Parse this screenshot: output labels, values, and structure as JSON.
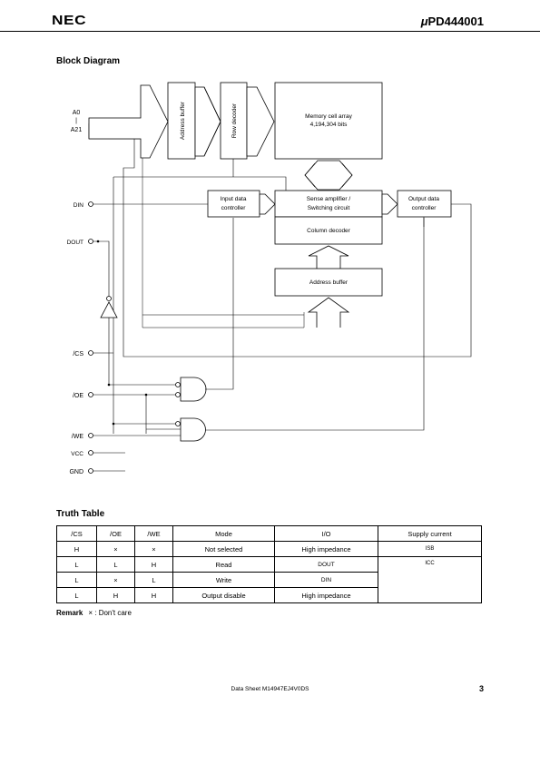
{
  "header": {
    "logo": "NEC",
    "part_prefix": "μ",
    "part_number": "PD444001"
  },
  "block_diagram": {
    "title": "Block Diagram",
    "pins": {
      "a0": "A0",
      "bar": "|",
      "a21": "A21",
      "din": "DIN",
      "dout": "DOUT",
      "cs": "/CS",
      "oe": "/OE",
      "we": "/WE",
      "vcc": "VCC",
      "gnd": "GND"
    },
    "blocks": {
      "address_buffer_v": "Address buffer",
      "row_decoder": "Row decoder",
      "memory_line1": "Memory cell array",
      "memory_line2": "4,194,304 bits",
      "input_line1": "Input data",
      "input_line2": "controller",
      "sense_line1": "Sense amplifier /",
      "sense_line2": "Switching circuit",
      "output_line1": "Output data",
      "output_line2": "controller",
      "column_decoder": "Column decoder",
      "address_buffer_h": "Address buffer"
    }
  },
  "truth_table": {
    "title": "Truth Table",
    "headers": [
      "/CS",
      "/OE",
      "/WE",
      "Mode",
      "I/O",
      "Supply current"
    ],
    "rows": [
      [
        "H",
        "×",
        "×",
        "Not selected",
        "High impedance",
        "ISB"
      ],
      [
        "L",
        "L",
        "H",
        "Read",
        "DOUT",
        "ICC"
      ],
      [
        "L",
        "×",
        "L",
        "Write",
        "DIN",
        ""
      ],
      [
        "L",
        "H",
        "H",
        "Output disable",
        "High impedance",
        ""
      ]
    ]
  },
  "remark": {
    "label": "Remark",
    "text": "× : Don't care"
  },
  "footer": {
    "doc": "Data Sheet  M14947EJ4V0DS",
    "page": "3"
  }
}
